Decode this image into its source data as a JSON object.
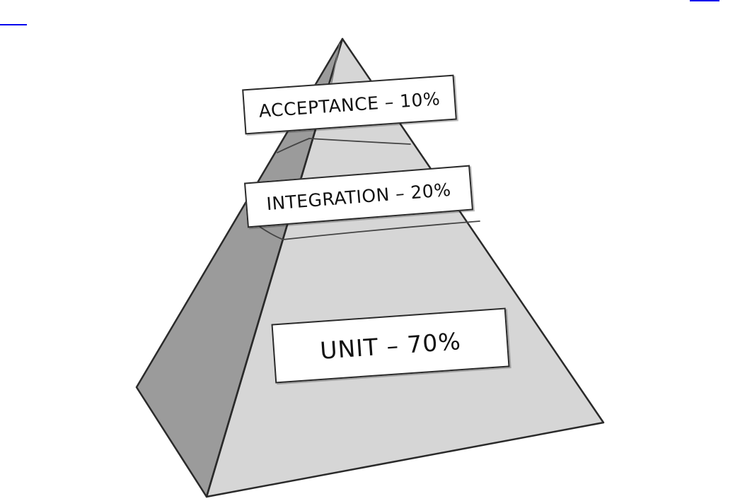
{
  "colors": {
    "front_face": "#d6d6d6",
    "left_face": "#9b9b9b",
    "outline": "#2a2a2a",
    "link": "#0000ee"
  },
  "layers": [
    {
      "label": "ACCEPTANCE – 10%"
    },
    {
      "label": "INTEGRATION – 20%"
    },
    {
      "label": "UNIT – 70%"
    }
  ]
}
